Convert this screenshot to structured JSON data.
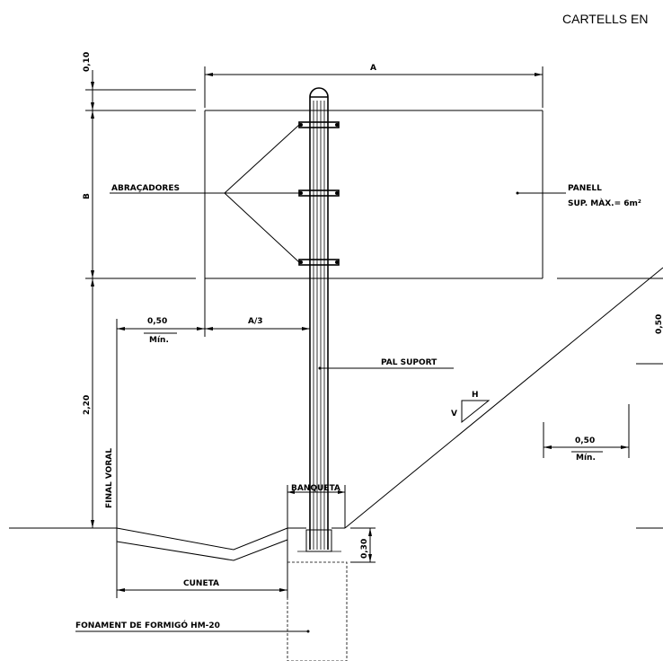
{
  "title": "CARTELLS EN",
  "dims": {
    "top_gap": "0,10",
    "width_a": "A",
    "height_b": "B",
    "offset_half": "0,50",
    "offset_min": "Mín.",
    "third_a": "A/3",
    "height_220": "2,20",
    "depth_030": "0,30",
    "right_050_vert": "0,50",
    "right_050": "0,50",
    "right_min": "Mín."
  },
  "labels": {
    "clamps": "ABRAÇADORES",
    "panel": "PANELL",
    "panel_area": "SUP. MÀX.= 6m²",
    "post": "PAL SUPORT",
    "edge": "FINAL VORAL",
    "berm": "BANQUETA",
    "ditch": "CUNETA",
    "foundation": "FONAMENT DE FORMIGÓ HM-20",
    "slope_h": "H",
    "slope_v": "V"
  }
}
